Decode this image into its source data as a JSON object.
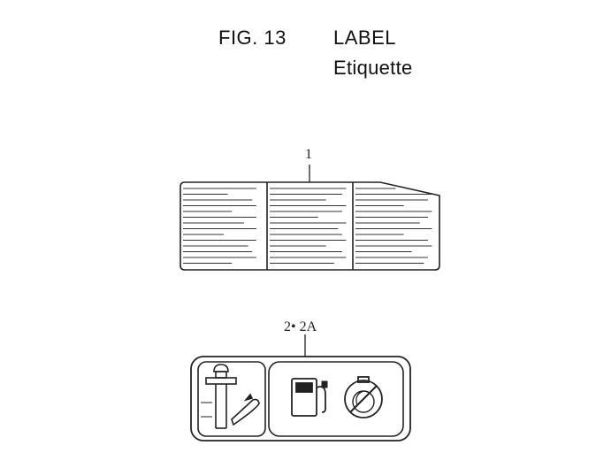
{
  "figure": {
    "number_label": "FIG. 13",
    "title": "LABEL",
    "subtitle": "Etiquette"
  },
  "callouts": {
    "label_1": "1",
    "label_2": "2• 2A"
  },
  "icons": {
    "label_1": "three-panel-text-label",
    "label_2_left": "dipstick-oil-icon",
    "label_2_mid": "fuel-pump-icon",
    "label_2_right": "no-fuel-cap-icon"
  }
}
